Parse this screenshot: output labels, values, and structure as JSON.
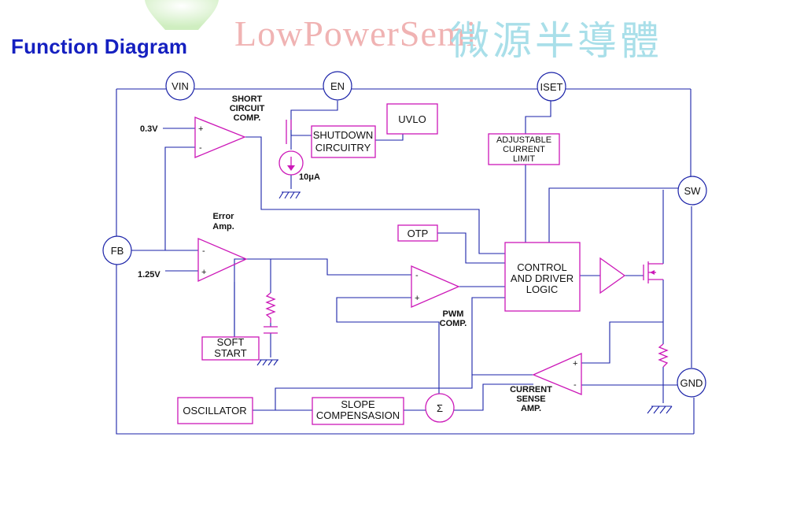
{
  "title": "Function Diagram",
  "watermark": {
    "brand_latin": "LowPowerSemi",
    "brand_chinese": "微源半導體"
  },
  "colors": {
    "wire": "#1a22a8",
    "component": "#cc18b8",
    "title": "#1520c0"
  },
  "pins": {
    "vin": "VIN",
    "en": "EN",
    "iset": "ISET",
    "sw": "SW",
    "fb": "FB",
    "gnd": "GND",
    "sigma": "Σ"
  },
  "blocks": {
    "shutdown_1": "SHUTDOWN",
    "shutdown_2": "CIRCUITRY",
    "uvlo": "UVLO",
    "adj_1": "ADJUSTABLE",
    "adj_2": "CURRENT",
    "adj_3": "LIMIT",
    "otp": "OTP",
    "ctrl_1": "CONTROL",
    "ctrl_2": "AND DRIVER",
    "ctrl_3": "LOGIC",
    "soft_1": "SOFT",
    "soft_2": "START",
    "oscillator": "OSCILLATOR",
    "slope_1": "SLOPE",
    "slope_2": "COMPENSASION"
  },
  "labels": {
    "short_1": "SHORT",
    "short_2": "CIRCUIT",
    "short_3": "COMP.",
    "v03": "0.3V",
    "current_source": "10μA",
    "error_1": "Error",
    "error_2": "Amp.",
    "v125": "1.25V",
    "pwm_1": "PWM",
    "pwm_2": "COMP.",
    "cs_1": "CURRENT",
    "cs_2": "SENSE",
    "cs_3": "AMP.",
    "plus": "+",
    "minus": "-"
  }
}
